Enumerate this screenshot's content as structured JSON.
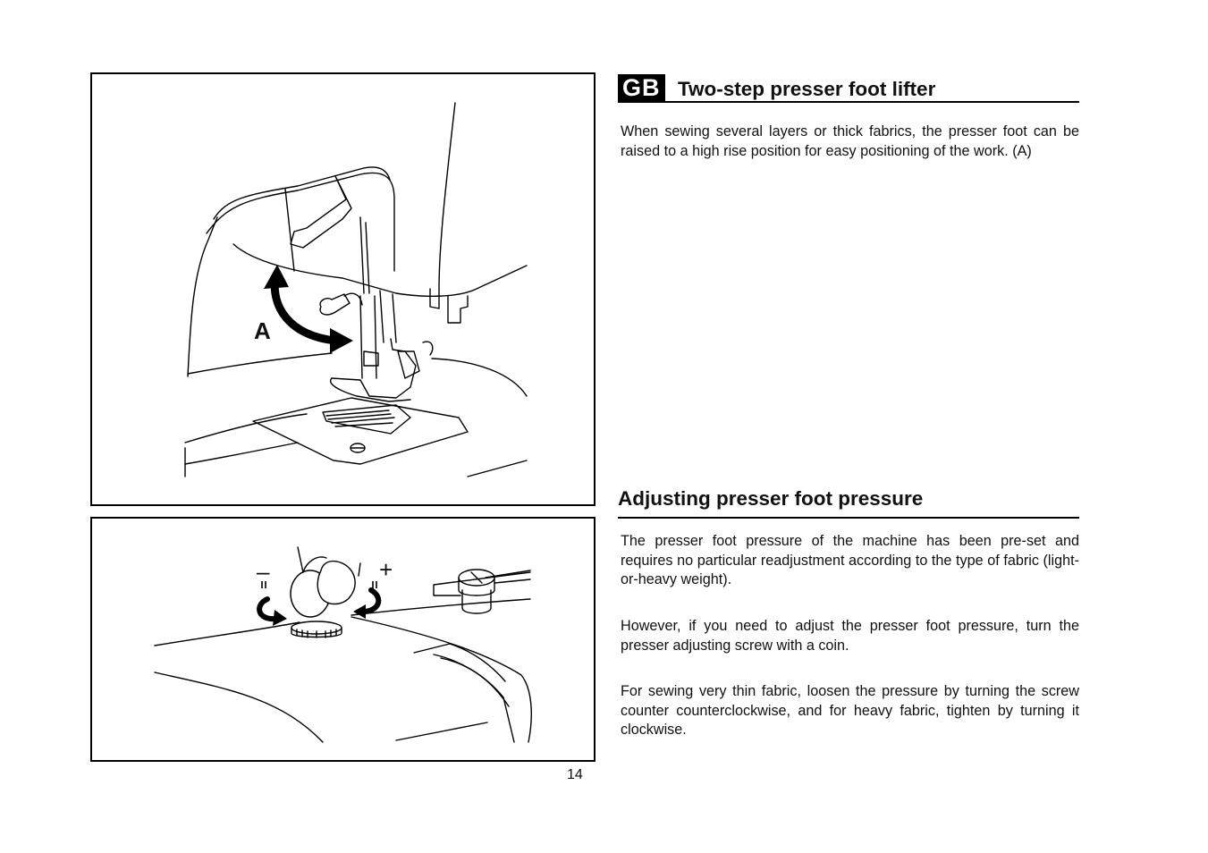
{
  "section1": {
    "badge": "GB",
    "title": "Two-step presser foot lifter",
    "body": "When sewing several layers or thick fabrics, the presser foot can be raised  to a high rise position for easy positioning of the work. (A)"
  },
  "section2": {
    "title": "Adjusting presser foot pressure",
    "paragraphs": [
      "The presser foot pressure of the machine has been pre-set and requires no particular readjustment according to the type of fabric (light-or-heavy weight).",
      "However, if you need to adjust the presser foot pressure, turn the presser adjusting screw with a coin.",
      "For sewing very thin fabric, loosen the pressure by turning the screw counter counterclockwise, and for heavy fabric, tighten by turning it clockwise."
    ]
  },
  "figure1": {
    "label": "A"
  },
  "figure2": {
    "minus_label": "–",
    "plus_label": "+"
  },
  "page_number": "14"
}
